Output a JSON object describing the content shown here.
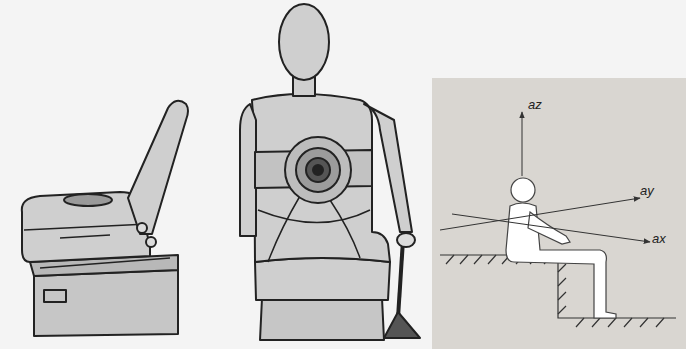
{
  "diagram": {
    "labels": [
      "az",
      "ay",
      "ax"
    ]
  }
}
